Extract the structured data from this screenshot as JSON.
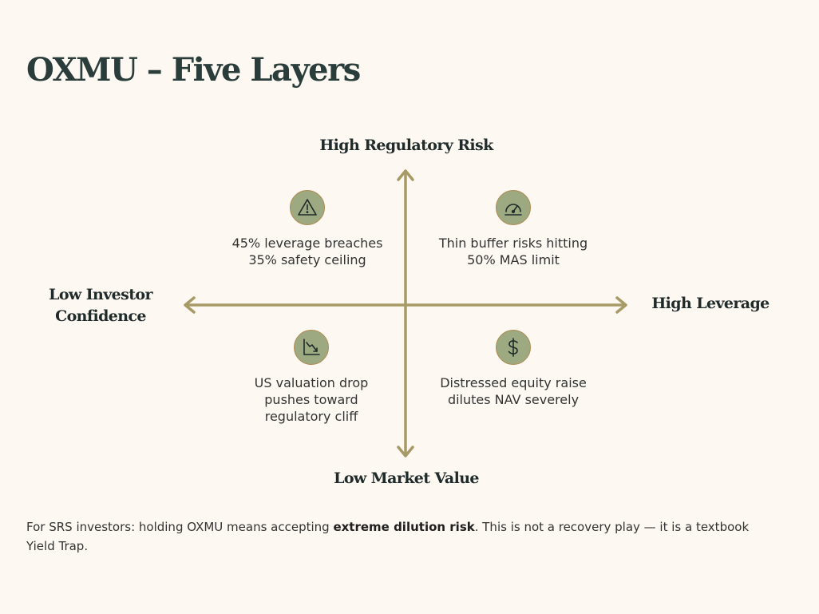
{
  "title": "OXMU – Five Layers",
  "axes": {
    "top": "High Regulatory Risk",
    "bottom": "Low Market Value",
    "left_line1": "Low Investor",
    "left_line2": "Confidence",
    "right": "High Leverage"
  },
  "colors": {
    "background": "#fdf8f1",
    "axis": "#a89a66",
    "icon_fill": "#9ca981",
    "icon_border": "#b08a4e",
    "title": "#2a3d3b"
  },
  "quadrants": {
    "top_left": {
      "icon": "warning-triangle-icon",
      "text": "45% leverage breaches 35% safety ceiling"
    },
    "top_right": {
      "icon": "gauge-icon",
      "text": "Thin buffer risks hitting 50% MAS limit"
    },
    "bottom_left": {
      "icon": "trend-down-icon",
      "text": "US valuation drop pushes toward regulatory cliff"
    },
    "bottom_right": {
      "icon": "dollar-icon",
      "text": "Distressed equity raise dilutes NAV severely"
    }
  },
  "footer": {
    "prefix": "For SRS investors: holding OXMU means accepting ",
    "bold": "extreme dilution risk",
    "suffix": ". This is not a recovery play — it is a textbook Yield Trap."
  }
}
